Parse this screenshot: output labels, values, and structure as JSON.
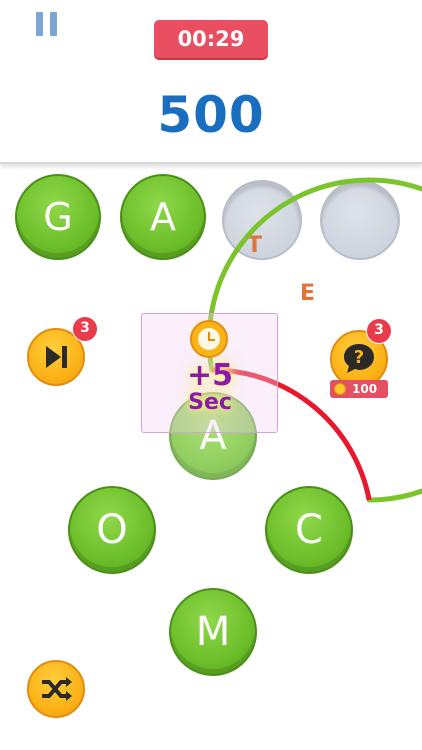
{
  "header": {
    "timer": "00:29",
    "score": "500"
  },
  "answer_slots": [
    {
      "letter": "G",
      "state": "filled"
    },
    {
      "letter": "A",
      "state": "filled"
    },
    {
      "letter": "",
      "state": "empty"
    },
    {
      "letter": "",
      "state": "empty"
    }
  ],
  "flying_letters": [
    "T",
    "E"
  ],
  "powerups": {
    "skip": {
      "icon": "skip-forward-icon",
      "count": "3"
    },
    "hint": {
      "icon": "question-bubble-icon",
      "count": "3",
      "cost": "100"
    },
    "shuffle": {
      "icon": "shuffle-icon"
    }
  },
  "bonus": {
    "icon": "clock-icon",
    "text_plus": "+5",
    "text_unit": "Sec"
  },
  "wheel_letters": [
    "A",
    "C",
    "M",
    "O"
  ],
  "timer_ring": {
    "remaining_fraction": 0.78,
    "color_remaining": "#7cc42b",
    "color_elapsed": "#e8192c"
  },
  "colors": {
    "timer_bg": "#ea4f61",
    "score": "#1a6ec0",
    "letter_green": "#6cbe2a",
    "powerup_orange": "#fbb317"
  }
}
